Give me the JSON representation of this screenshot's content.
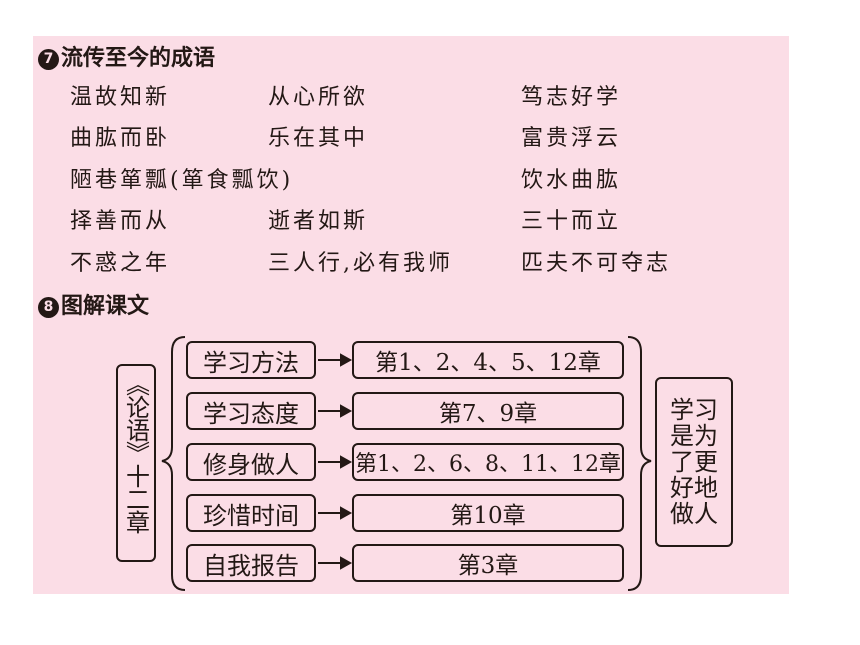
{
  "section7": {
    "number": "7",
    "title": "流传至今的成语",
    "rows": [
      [
        "温故知新",
        "从心所欲",
        "笃志好学"
      ],
      [
        "曲肱而卧",
        "乐在其中",
        "富贵浮云"
      ],
      [
        "陋巷箪瓢(箪食瓢饮)",
        "",
        "饮水曲肱"
      ],
      [
        "择善而从",
        "逝者如斯",
        "三十而立"
      ],
      [
        "不惑之年",
        "三人行,必有我师",
        "匹夫不可夺志"
      ]
    ]
  },
  "section8": {
    "number": "8",
    "title": "图解课文",
    "book_title": "《论语》十二章",
    "items": [
      {
        "topic": "学习方法",
        "chapters": "第1、2、4、5、12章"
      },
      {
        "topic": "学习态度",
        "chapters": "第7、9章"
      },
      {
        "topic": "修身做人",
        "chapters": "第1、2、6、8、11、12章"
      },
      {
        "topic": "珍惜时间",
        "chapters": "第10章"
      },
      {
        "topic": "自我报告",
        "chapters": "第3章"
      }
    ],
    "conclusion": "学习是为了更好地做人"
  },
  "colors": {
    "panel_background": "#fbdde6",
    "ink": "#231815"
  }
}
